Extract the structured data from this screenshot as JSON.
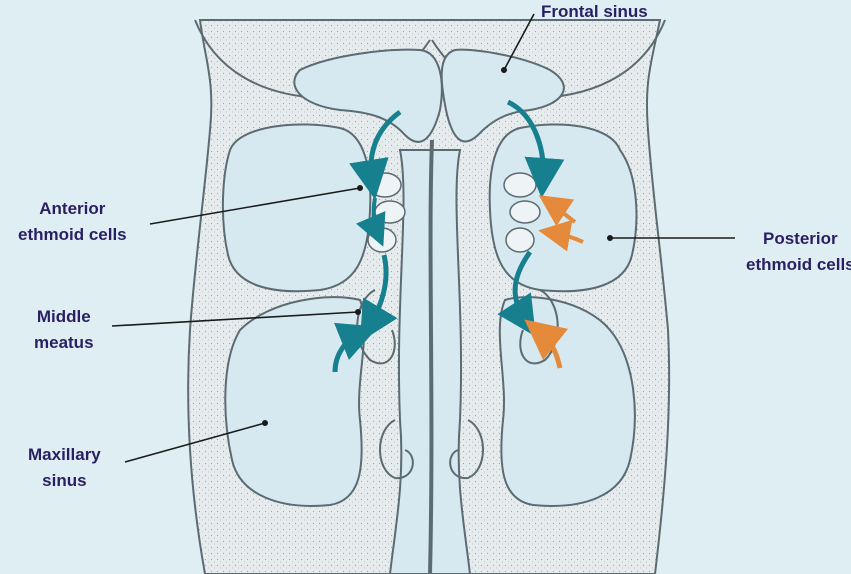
{
  "labels": {
    "frontal_sinus": "Frontal sinus",
    "anterior_ethmoid": [
      "Anterior",
      "ethmoid cells"
    ],
    "posterior_ethmoid": [
      "Posterior",
      "ethmoid cells"
    ],
    "middle_meatus": [
      "Middle",
      "meatus"
    ],
    "maxillary_sinus": [
      "Maxillary",
      "sinus"
    ]
  },
  "colors": {
    "background": "#dfeef3",
    "label_text": "#2a1f63",
    "anatomy_outline": "#5c6b72",
    "bone_fill": "#e8eef0",
    "airway_fill": "#d7e9f0",
    "drainage_arrow_teal": "#17808f",
    "drainage_arrow_orange": "#e58a3a"
  }
}
